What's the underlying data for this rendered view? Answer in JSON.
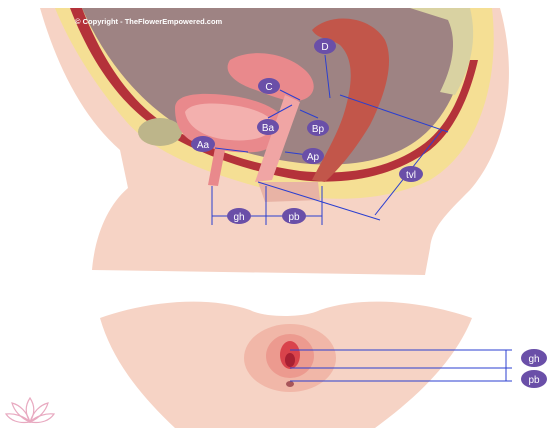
{
  "copyright": "© Copyright - TheFlowerEmpowered.com",
  "points": {
    "C": "C",
    "D": "D",
    "Aa": "Aa",
    "Ba": "Ba",
    "Bp": "Bp",
    "Ap": "Ap",
    "tvl": "tvl"
  },
  "measures": {
    "gh": "gh",
    "pb": "pb"
  },
  "legend": {
    "gh": "gh",
    "pb": "pb"
  },
  "colors": {
    "label_fill": "#6a4fa8",
    "measure_line": "#2b3fd0",
    "skin": "#f6d3c5",
    "fat": "#f5df94",
    "muscle": "#b4323a",
    "organ": "#e9898c",
    "rectum": "#c2564a"
  },
  "icons": [
    "lotus-logo-icon"
  ]
}
